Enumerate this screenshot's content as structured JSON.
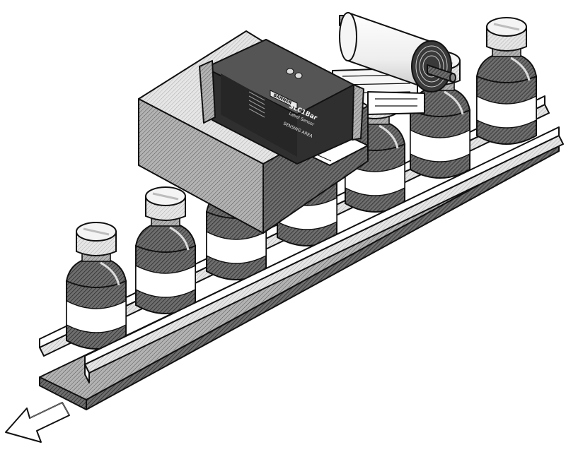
{
  "sensor": {
    "brand": "BANNER",
    "model": "SLC1Bar",
    "sub": "Label Sensor",
    "sensing": "SENSING AREA"
  },
  "colors": {
    "outline": "#111111",
    "dark": "#4d4d4d",
    "mid": "#8c8c8c",
    "light": "#d9d9d9",
    "paper": "#ffffff"
  },
  "icons": {
    "direction": "arrow-down-left-icon"
  }
}
